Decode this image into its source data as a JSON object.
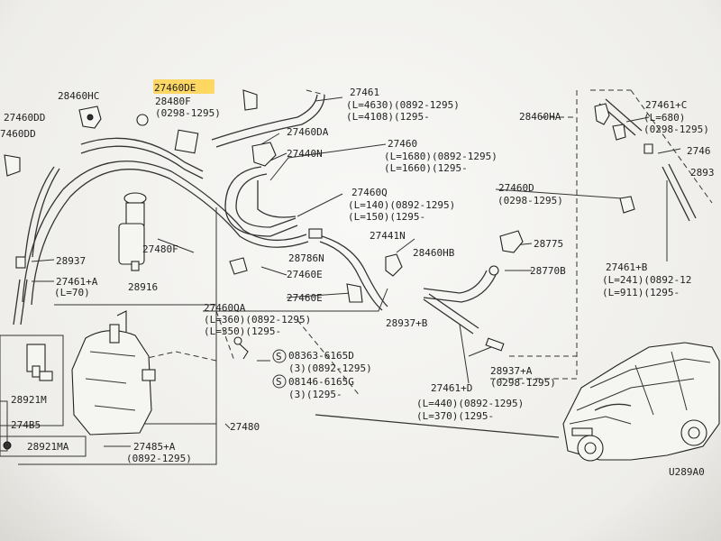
{
  "diagram": {
    "highlighted_part": "27460DE",
    "ref_code": "U289A0",
    "labels": [
      {
        "id": "l1",
        "text": "27460DE"
      },
      {
        "id": "l2",
        "text": "28480F"
      },
      {
        "id": "l3",
        "text": "(0298-1295)"
      },
      {
        "id": "l4",
        "text": "28460HC"
      },
      {
        "id": "l5",
        "text": "27460DD"
      },
      {
        "id": "l6",
        "text": "7460DD"
      },
      {
        "id": "l7",
        "text": "27461"
      },
      {
        "id": "l8",
        "text": "(L=4630)(0892-1295)"
      },
      {
        "id": "l9",
        "text": "(L=4108)(1295-"
      },
      {
        "id": "l10",
        "text": "27460DA"
      },
      {
        "id": "l11",
        "text": "27440N"
      },
      {
        "id": "l12",
        "text": "27460"
      },
      {
        "id": "l13",
        "text": "(L=1680)(0892-1295)"
      },
      {
        "id": "l14",
        "text": "(L=1660)(1295-"
      },
      {
        "id": "l15",
        "text": "27460Q"
      },
      {
        "id": "l16",
        "text": "(L=140)(0892-1295)"
      },
      {
        "id": "l17",
        "text": "(L=150)(1295-"
      },
      {
        "id": "l18",
        "text": "27460D"
      },
      {
        "id": "l19",
        "text": "(0298-1295)"
      },
      {
        "id": "l20",
        "text": "27480F"
      },
      {
        "id": "l21",
        "text": "28937"
      },
      {
        "id": "l22",
        "text": "27461+A"
      },
      {
        "id": "l23",
        "text": "(L=70)"
      },
      {
        "id": "l24",
        "text": "28916"
      },
      {
        "id": "l25",
        "text": "28786N"
      },
      {
        "id": "l26",
        "text": "27460E"
      },
      {
        "id": "l27",
        "text": "27441N"
      },
      {
        "id": "l28",
        "text": "28460HB"
      },
      {
        "id": "l29",
        "text": "28775"
      },
      {
        "id": "l30",
        "text": "28770B"
      },
      {
        "id": "l31",
        "text": "27460E"
      },
      {
        "id": "l32",
        "text": "27460QA"
      },
      {
        "id": "l33",
        "text": "(L=360)(0892-1295)"
      },
      {
        "id": "l34",
        "text": "(L=350)(1295-"
      },
      {
        "id": "l35",
        "text": "28937+B"
      },
      {
        "id": "l36",
        "text": "08363-6165D"
      },
      {
        "id": "l37",
        "text": "(3)(0892-1295)"
      },
      {
        "id": "l38",
        "text": "08146-6165G"
      },
      {
        "id": "l39",
        "text": "(3)(1295-"
      },
      {
        "id": "l40",
        "text": "27461+D"
      },
      {
        "id": "l41",
        "text": "(L=440)(0892-1295)"
      },
      {
        "id": "l42",
        "text": "(L=370)(1295-"
      },
      {
        "id": "l43",
        "text": "28937+A"
      },
      {
        "id": "l44",
        "text": "(0298-1295)"
      },
      {
        "id": "l45",
        "text": "28460HA"
      },
      {
        "id": "l46",
        "text": "27461+C"
      },
      {
        "id": "l47",
        "text": "(L=680)"
      },
      {
        "id": "l48",
        "text": "(0298-1295)"
      },
      {
        "id": "l49",
        "text": "2746"
      },
      {
        "id": "l50",
        "text": "2893"
      },
      {
        "id": "l51",
        "text": "27461+B"
      },
      {
        "id": "l52",
        "text": "(L=241)(0892-12"
      },
      {
        "id": "l53",
        "text": "(L=911)(1295-"
      },
      {
        "id": "l54",
        "text": "28921M"
      },
      {
        "id": "l55",
        "text": "274B5"
      },
      {
        "id": "l56",
        "text": "28921MA"
      },
      {
        "id": "l57",
        "text": "27485+A"
      },
      {
        "id": "l58",
        "text": "(0892-1295)"
      },
      {
        "id": "l59",
        "text": "27480"
      },
      {
        "id": "l60",
        "text": "U289A0"
      }
    ]
  }
}
